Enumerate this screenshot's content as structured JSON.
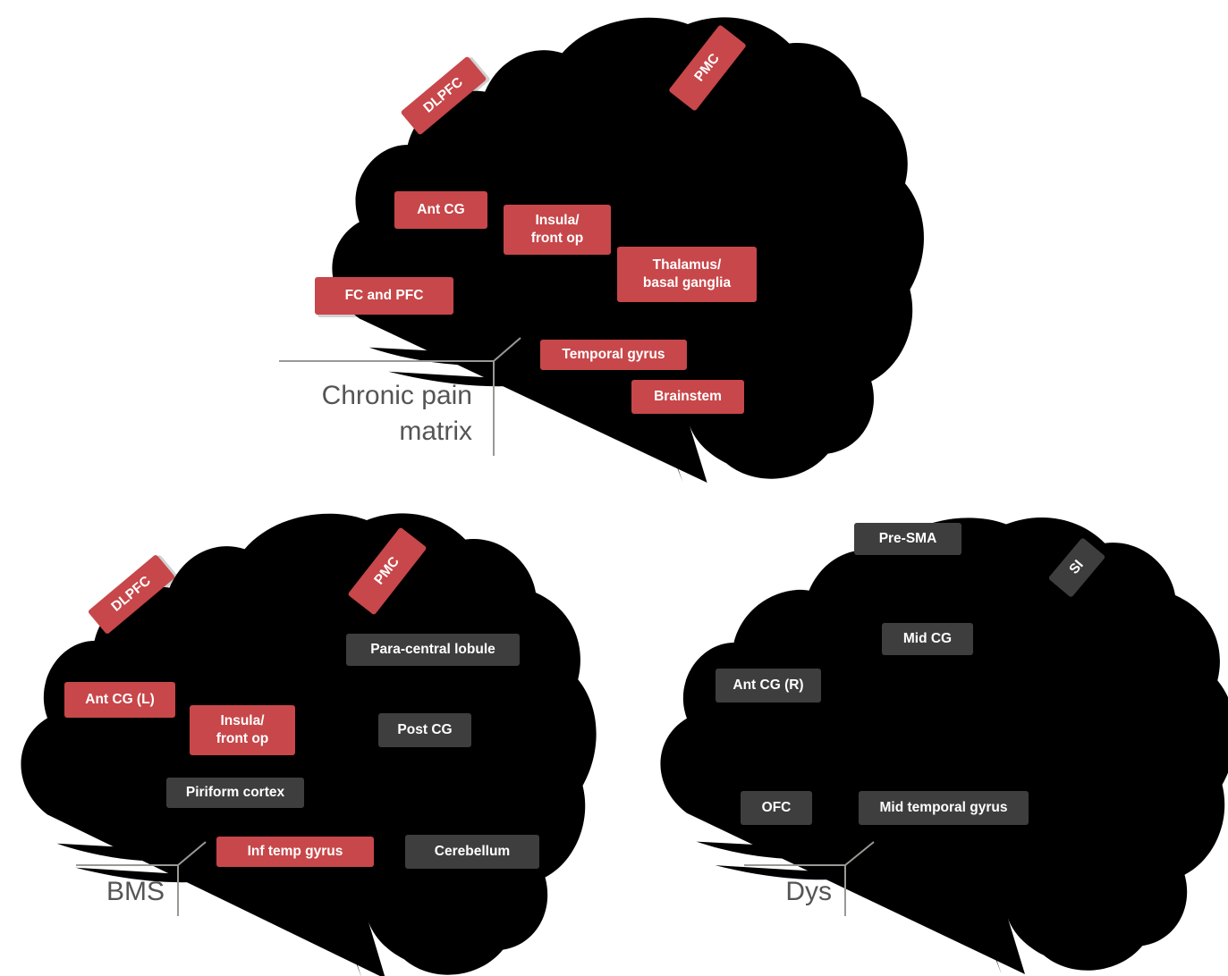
{
  "colors": {
    "affected": "#c7474a",
    "other": "#3e3e3e",
    "outline": "#b4b2ad"
  },
  "panels": [
    {
      "id": "chronic-pain",
      "title": "Chronic pain\nmatrix",
      "labels": [
        {
          "id": "dlpfc",
          "text": "DLPFC",
          "tone": "red"
        },
        {
          "id": "pmc",
          "text": "PMC",
          "tone": "red"
        },
        {
          "id": "ant-cg",
          "text": "Ant CG",
          "tone": "red"
        },
        {
          "id": "insula",
          "text": "Insula/\nfront op",
          "tone": "red"
        },
        {
          "id": "thalamus",
          "text": "Thalamus/\nbasal ganglia",
          "tone": "red"
        },
        {
          "id": "fc-pfc",
          "text": "FC and PFC",
          "tone": "red"
        },
        {
          "id": "temporal",
          "text": "Temporal gyrus",
          "tone": "red"
        },
        {
          "id": "brainstem",
          "text": "Brainstem",
          "tone": "red"
        }
      ]
    },
    {
      "id": "bms",
      "title": "BMS",
      "labels": [
        {
          "id": "dlpfc",
          "text": "DLPFC",
          "tone": "red"
        },
        {
          "id": "pmc",
          "text": "PMC",
          "tone": "red"
        },
        {
          "id": "paracentral",
          "text": "Para-central lobule",
          "tone": "dark"
        },
        {
          "id": "ant-cg-l",
          "text": "Ant CG (L)",
          "tone": "red"
        },
        {
          "id": "insula",
          "text": "Insula/\nfront op",
          "tone": "red"
        },
        {
          "id": "post-cg",
          "text": "Post CG",
          "tone": "dark"
        },
        {
          "id": "piriform",
          "text": "Piriform cortex",
          "tone": "dark"
        },
        {
          "id": "inf-temp",
          "text": "Inf temp gyrus",
          "tone": "red"
        },
        {
          "id": "cerebellum",
          "text": "Cerebellum",
          "tone": "dark"
        }
      ]
    },
    {
      "id": "dys",
      "title": "Dys",
      "labels": [
        {
          "id": "pre-sma",
          "text": "Pre-SMA",
          "tone": "dark"
        },
        {
          "id": "si",
          "text": "SI",
          "tone": "dark"
        },
        {
          "id": "mid-cg",
          "text": "Mid CG",
          "tone": "dark"
        },
        {
          "id": "ant-cg-r",
          "text": "Ant CG (R)",
          "tone": "dark"
        },
        {
          "id": "ofc",
          "text": "OFC",
          "tone": "dark"
        },
        {
          "id": "mid-temp",
          "text": "Mid temporal gyrus",
          "tone": "dark"
        }
      ]
    }
  ]
}
